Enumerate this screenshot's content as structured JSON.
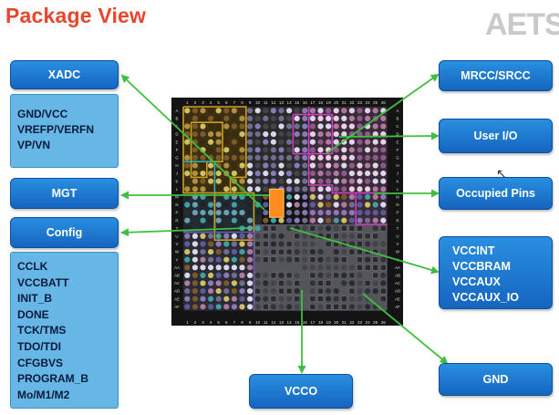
{
  "title": "Package View",
  "logo_text": "AETS",
  "callouts": {
    "xadc": "XADC",
    "xadc_items": [
      "GND/VCC",
      "VREFP/VERFN",
      "VP/VN"
    ],
    "mgt": "MGT",
    "config": "Config",
    "config_items": [
      "CCLK",
      "VCCBATT",
      "INIT_B",
      "DONE",
      "TCK/TMS",
      "TDO/TDI",
      "CFGBVS",
      "PROGRAM_B",
      "Mo/M1/M2"
    ],
    "mrcc_srcc": "MRCC/SRCC",
    "user_io": "User I/O",
    "occupied_pins": "Occupied Pins",
    "power_items": [
      "VCCINT",
      "VCCBRAM",
      "VCCAUX",
      "VCCAUX_IO"
    ],
    "gnd": "GND",
    "vcco": "VCCO"
  },
  "package": {
    "col_labels": [
      "1",
      "2",
      "3",
      "4",
      "5",
      "6",
      "7",
      "8",
      "9",
      "10",
      "11",
      "12",
      "13",
      "14",
      "15",
      "16",
      "17",
      "18",
      "19",
      "20",
      "21",
      "22",
      "23",
      "24",
      "25",
      "26"
    ],
    "row_labels": [
      "A",
      "B",
      "C",
      "D",
      "E",
      "F",
      "G",
      "H",
      "J",
      "K",
      "L",
      "M",
      "N",
      "P",
      "R",
      "T",
      "U",
      "V",
      "W",
      "Y",
      "AA",
      "AB",
      "AC",
      "AD",
      "AE",
      "AF"
    ]
  },
  "colors": {
    "title": "#e8452b",
    "box": "#1e7fd4",
    "list_bg": "#66b7e6",
    "arrow": "#3fbf3f",
    "bank_orange": "#c8a020",
    "bank_magenta": "#d040c0",
    "bank_cyan": "#30b0b0",
    "bank_purple": "#6a5aa8",
    "mgt_highlight": "#ff8a1e"
  }
}
